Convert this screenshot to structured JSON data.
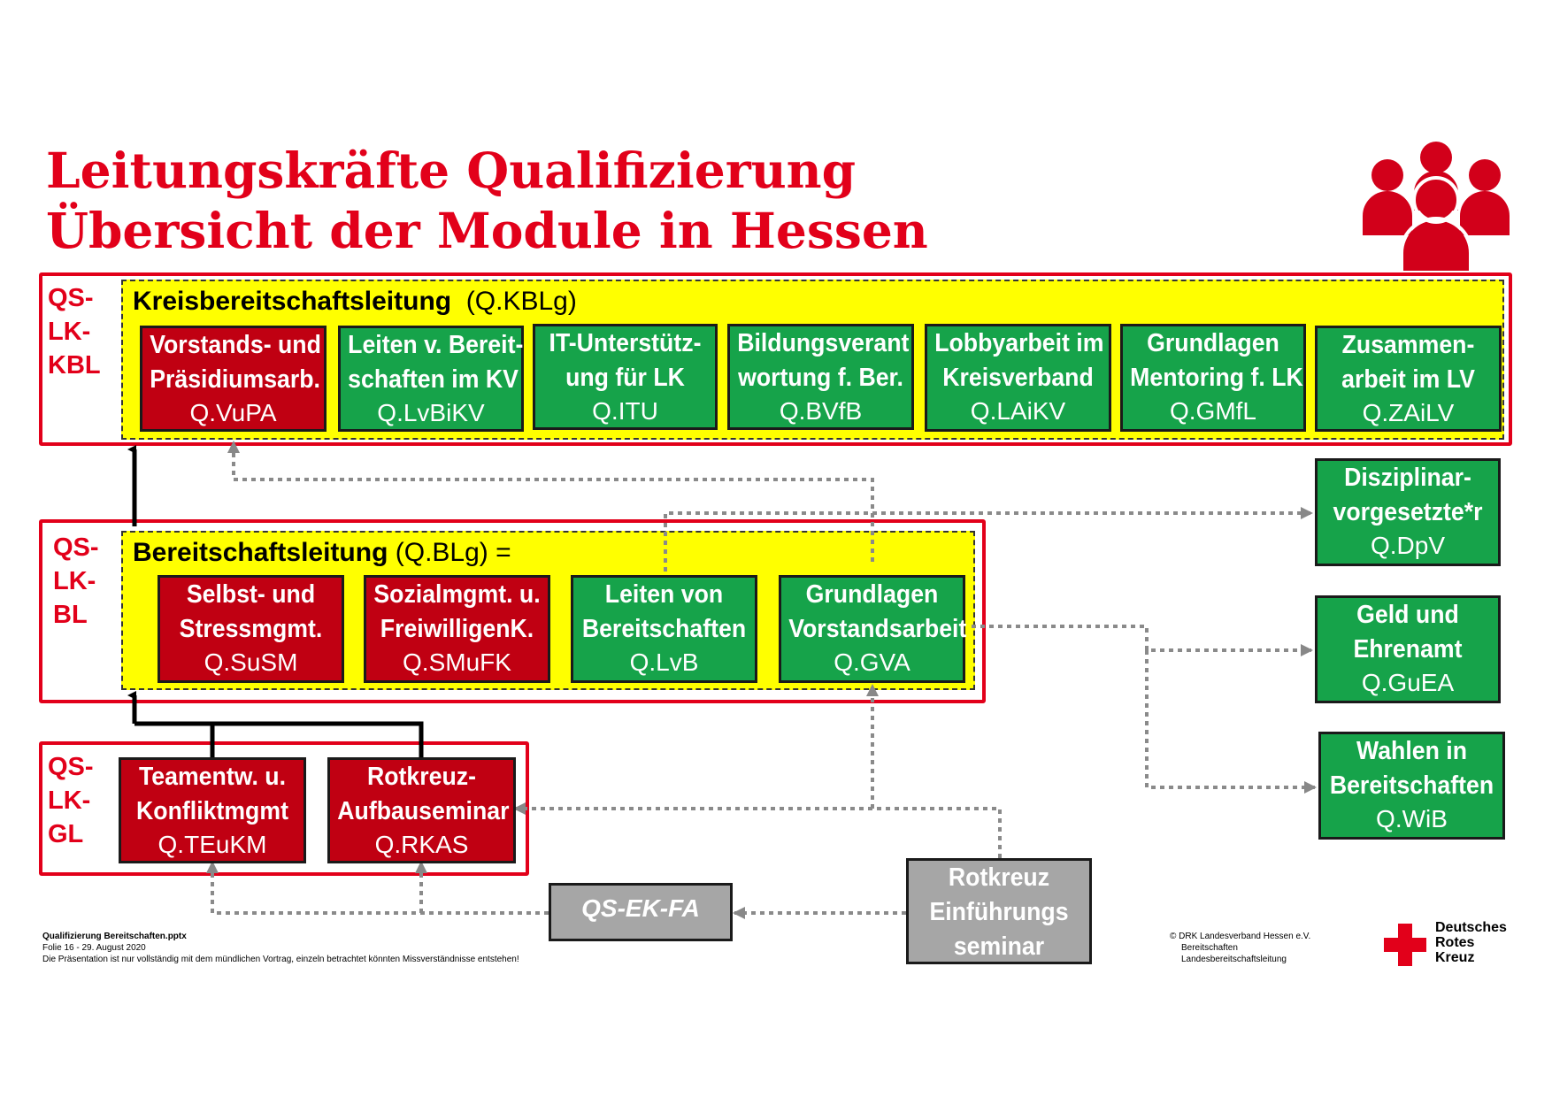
{
  "title": {
    "line1": "Leitungskräfte Qualifizierung",
    "line2": "Übersicht der Module in Hessen"
  },
  "levels": {
    "kbl": {
      "label": "QS-\nLK-\nKBL",
      "heading_bold": "Kreisbereitschaftsleitung",
      "heading_code": "(Q.KBLg)",
      "modules": [
        {
          "l1": "Vorstands- und",
          "l2": "Präsidiumsarb.",
          "code": "Q.VuPA",
          "color": "red"
        },
        {
          "l1": "Leiten v. Bereit-",
          "l2": "schaften im KV",
          "code": "Q.LvBiKV",
          "color": "green"
        },
        {
          "l1": "IT-Unterstütz-",
          "l2": "ung für LK",
          "code": "Q.ITU",
          "color": "green"
        },
        {
          "l1": "Bildungsverant",
          "l2": "wortung f. Ber.",
          "code": "Q.BVfB",
          "color": "green"
        },
        {
          "l1": "Lobbyarbeit im",
          "l2": "Kreisverband",
          "code": "Q.LAiKV",
          "color": "green"
        },
        {
          "l1": "Grundlagen",
          "l2": "Mentoring f. LK",
          "code": "Q.GMfL",
          "color": "green"
        },
        {
          "l1": "Zusammen-",
          "l2": "arbeit im LV",
          "code": "Q.ZAiLV",
          "color": "green"
        }
      ]
    },
    "bl": {
      "label": "QS-\nLK-\nBL",
      "heading_bold": "Bereitschaftsleitung",
      "heading_code": "(Q.BLg) =",
      "modules": [
        {
          "l1": "Selbst- und",
          "l2": "Stressmgmt.",
          "code": "Q.SuSM",
          "color": "red"
        },
        {
          "l1": "Sozialmgmt. u.",
          "l2": "FreiwilligenK.",
          "code": "Q.SMuFK",
          "color": "red"
        },
        {
          "l1": "Leiten von",
          "l2": "Bereitschaften",
          "code": "Q.LvB",
          "color": "green"
        },
        {
          "l1": "Grundlagen",
          "l2": "Vorstandsarbeit",
          "code": "Q.GVA",
          "color": "green"
        }
      ]
    },
    "gl": {
      "label": "QS-\nLK-\nGL",
      "modules": [
        {
          "l1": "Teamentw. u.",
          "l2": "Konfliktmgmt",
          "code": "Q.TEuKM",
          "color": "red"
        },
        {
          "l1": "Rotkreuz-",
          "l2": "Aufbauseminar",
          "code": "Q.RKAS",
          "color": "red"
        }
      ]
    }
  },
  "side_modules": [
    {
      "l1": "Disziplinar-",
      "l2": "vorgesetzte*r",
      "code": "Q.DpV",
      "color": "green"
    },
    {
      "l1": "Geld und",
      "l2": "Ehrenamt",
      "code": "Q.GuEA",
      "color": "green"
    },
    {
      "l1": "Wahlen in",
      "l2": "Bereitschaften",
      "code": "Q.WiB",
      "color": "green"
    }
  ],
  "entry": {
    "qs_ek_fa": "QS-EK-FA",
    "rotkreuz": {
      "l1": "Rotkreuz",
      "l2": "Einführungs",
      "l3": "seminar"
    }
  },
  "footer": {
    "file": "Qualifizierung Bereitschaften.pptx",
    "slide": "Folie 16 - 29. August 2020",
    "disclaimer": "Die Präsentation ist nur vollständig mit dem mündlichen Vortrag, einzeln betrachtet könnten Missverständnisse entstehen!",
    "org1": "© DRK Landesverband Hessen e.V.",
    "org2": "Bereitschaften",
    "org3": "Landesbereitschaftsleitung"
  },
  "logo": {
    "l1": "Deutsches",
    "l2": "Rotes",
    "l3": "Kreuz"
  },
  "colors": {
    "red": "#e2001a",
    "module_red": "#c00012",
    "module_green": "#16a34a",
    "yellow": "#ffff00",
    "gray": "#a6a6a6"
  },
  "icons": [
    "people-group-icon",
    "red-cross-icon"
  ]
}
